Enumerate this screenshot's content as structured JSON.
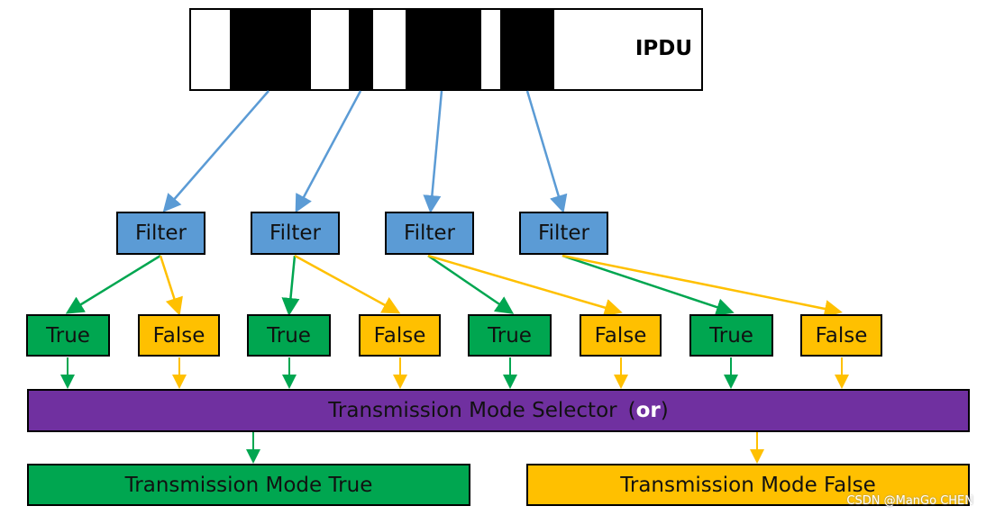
{
  "ipdu": {
    "label": "IPDU"
  },
  "filters": [
    {
      "label": "Filter"
    },
    {
      "label": "Filter"
    },
    {
      "label": "Filter"
    },
    {
      "label": "Filter"
    }
  ],
  "results": [
    {
      "true_label": "True",
      "false_label": "False"
    },
    {
      "true_label": "True",
      "false_label": "False"
    },
    {
      "true_label": "True",
      "false_label": "False"
    },
    {
      "true_label": "True",
      "false_label": "False"
    }
  ],
  "selector": {
    "label": "Transmission Mode Selector",
    "open_paren": "(",
    "operator": "or",
    "close_paren": ")"
  },
  "modes": {
    "true_label": "Transmission Mode True",
    "false_label": "Transmission Mode False"
  },
  "watermark": "CSDN @ManGo CHEN",
  "colors": {
    "filter": "#5b9bd5",
    "true": "#00a650",
    "false": "#ffc000",
    "selector": "#7030a0",
    "arrow_blue": "#5b9bd5",
    "arrow_green": "#00a650",
    "arrow_yellow": "#ffc000"
  }
}
